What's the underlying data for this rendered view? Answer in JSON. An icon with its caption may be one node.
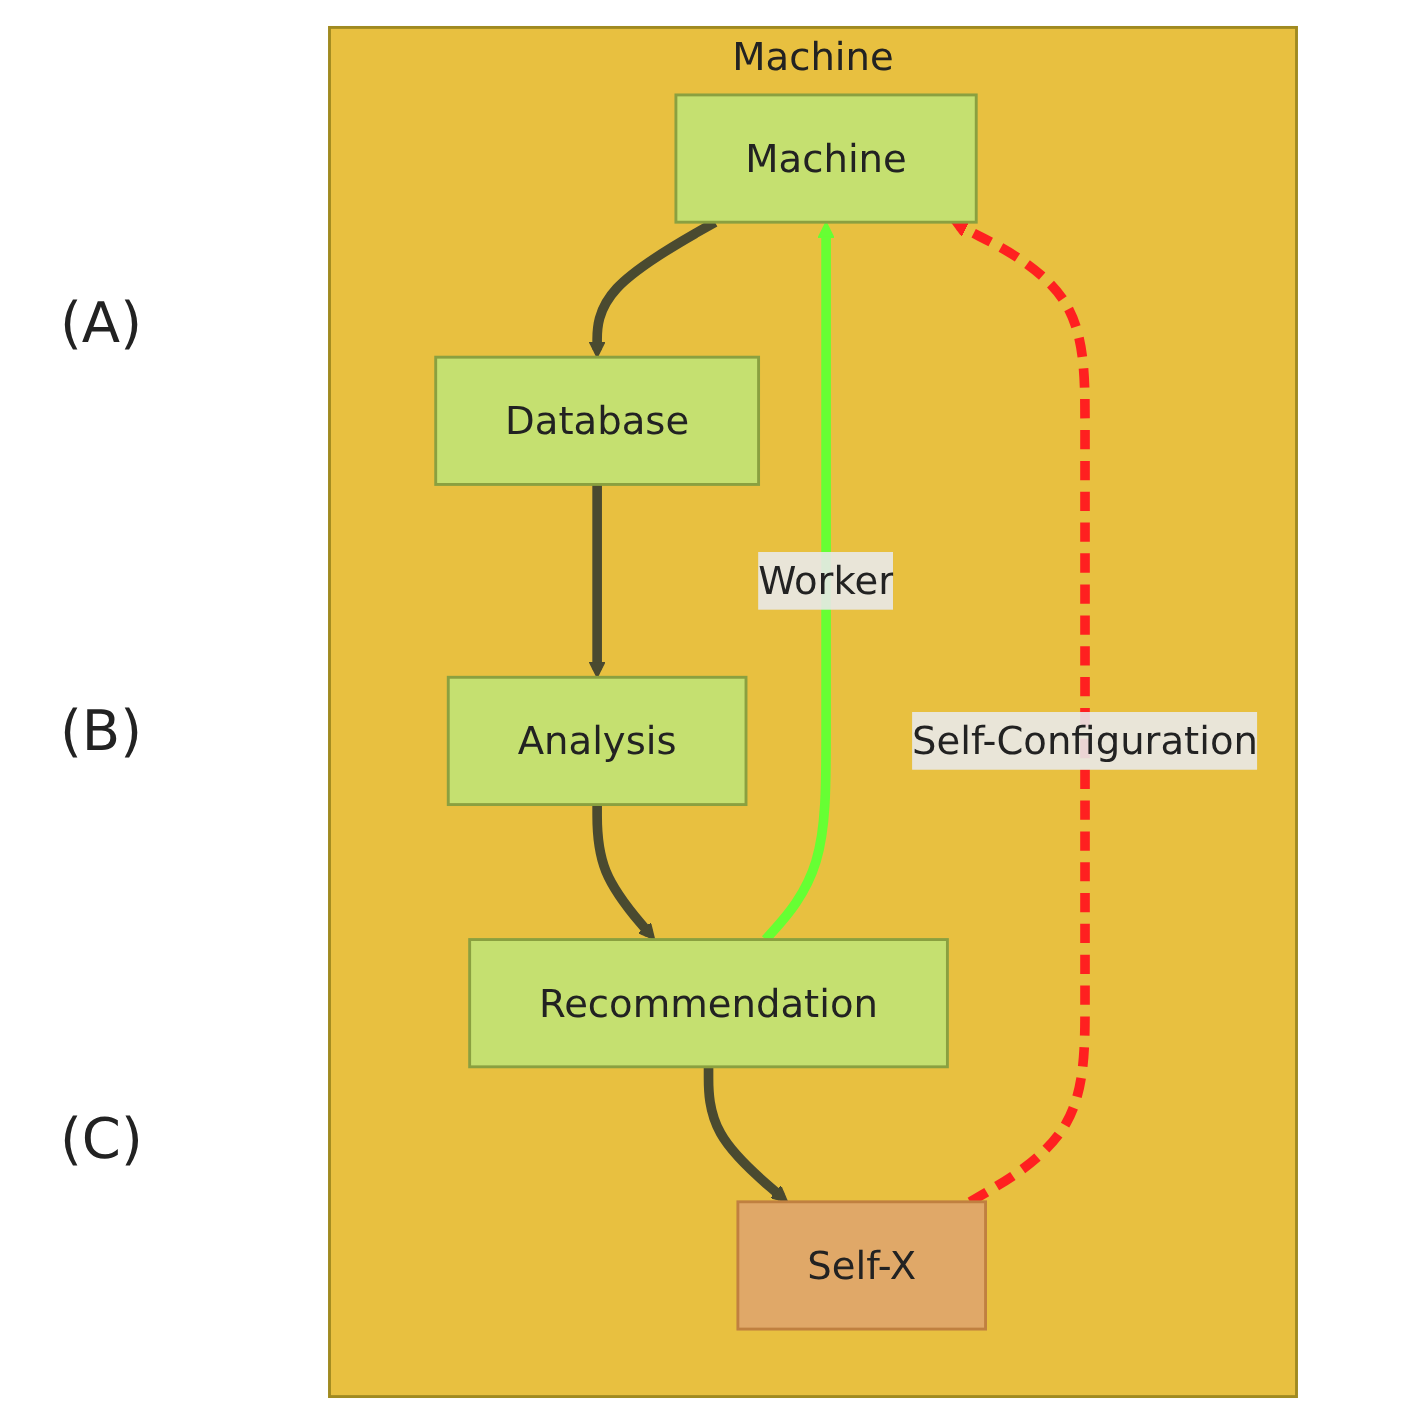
{
  "diagram": {
    "nodes": [
      {
        "text": [
          "Machine"
        ]
      },
      {
        "text": [
          "Machine"
        ],
        "in": 0
      },
      {
        "text": [
          "Database"
        ],
        "in": 0
      },
      {
        "text": [
          "Analysis"
        ],
        "in": 0
      },
      {
        "text": [
          "Recommendation"
        ],
        "in": 0
      },
      {
        "text": [
          "Self-X"
        ],
        "in": 0
      }
    ],
    "edges": [
      {
        "from": 1,
        "to": 2,
        "arrow": "to"
      },
      {
        "from": 2,
        "to": 3,
        "arrow": "to"
      },
      {
        "from": 3,
        "to": 4,
        "arrow": "to"
      },
      {
        "from": 4,
        "to": 5,
        "arrow": "to"
      },
      {
        "from": 4,
        "to": 1,
        "arrow": "to",
        "label": "Worker",
        "color": "#66ff33"
      },
      {
        "from": 5,
        "to": 1,
        "arrow": "to",
        "label": "Self-Configuration",
        "style": "dashed",
        "color": "#ff2020"
      }
    ],
    "labels": [
      "(A)",
      "(B)",
      "(C)"
    ]
  }
}
